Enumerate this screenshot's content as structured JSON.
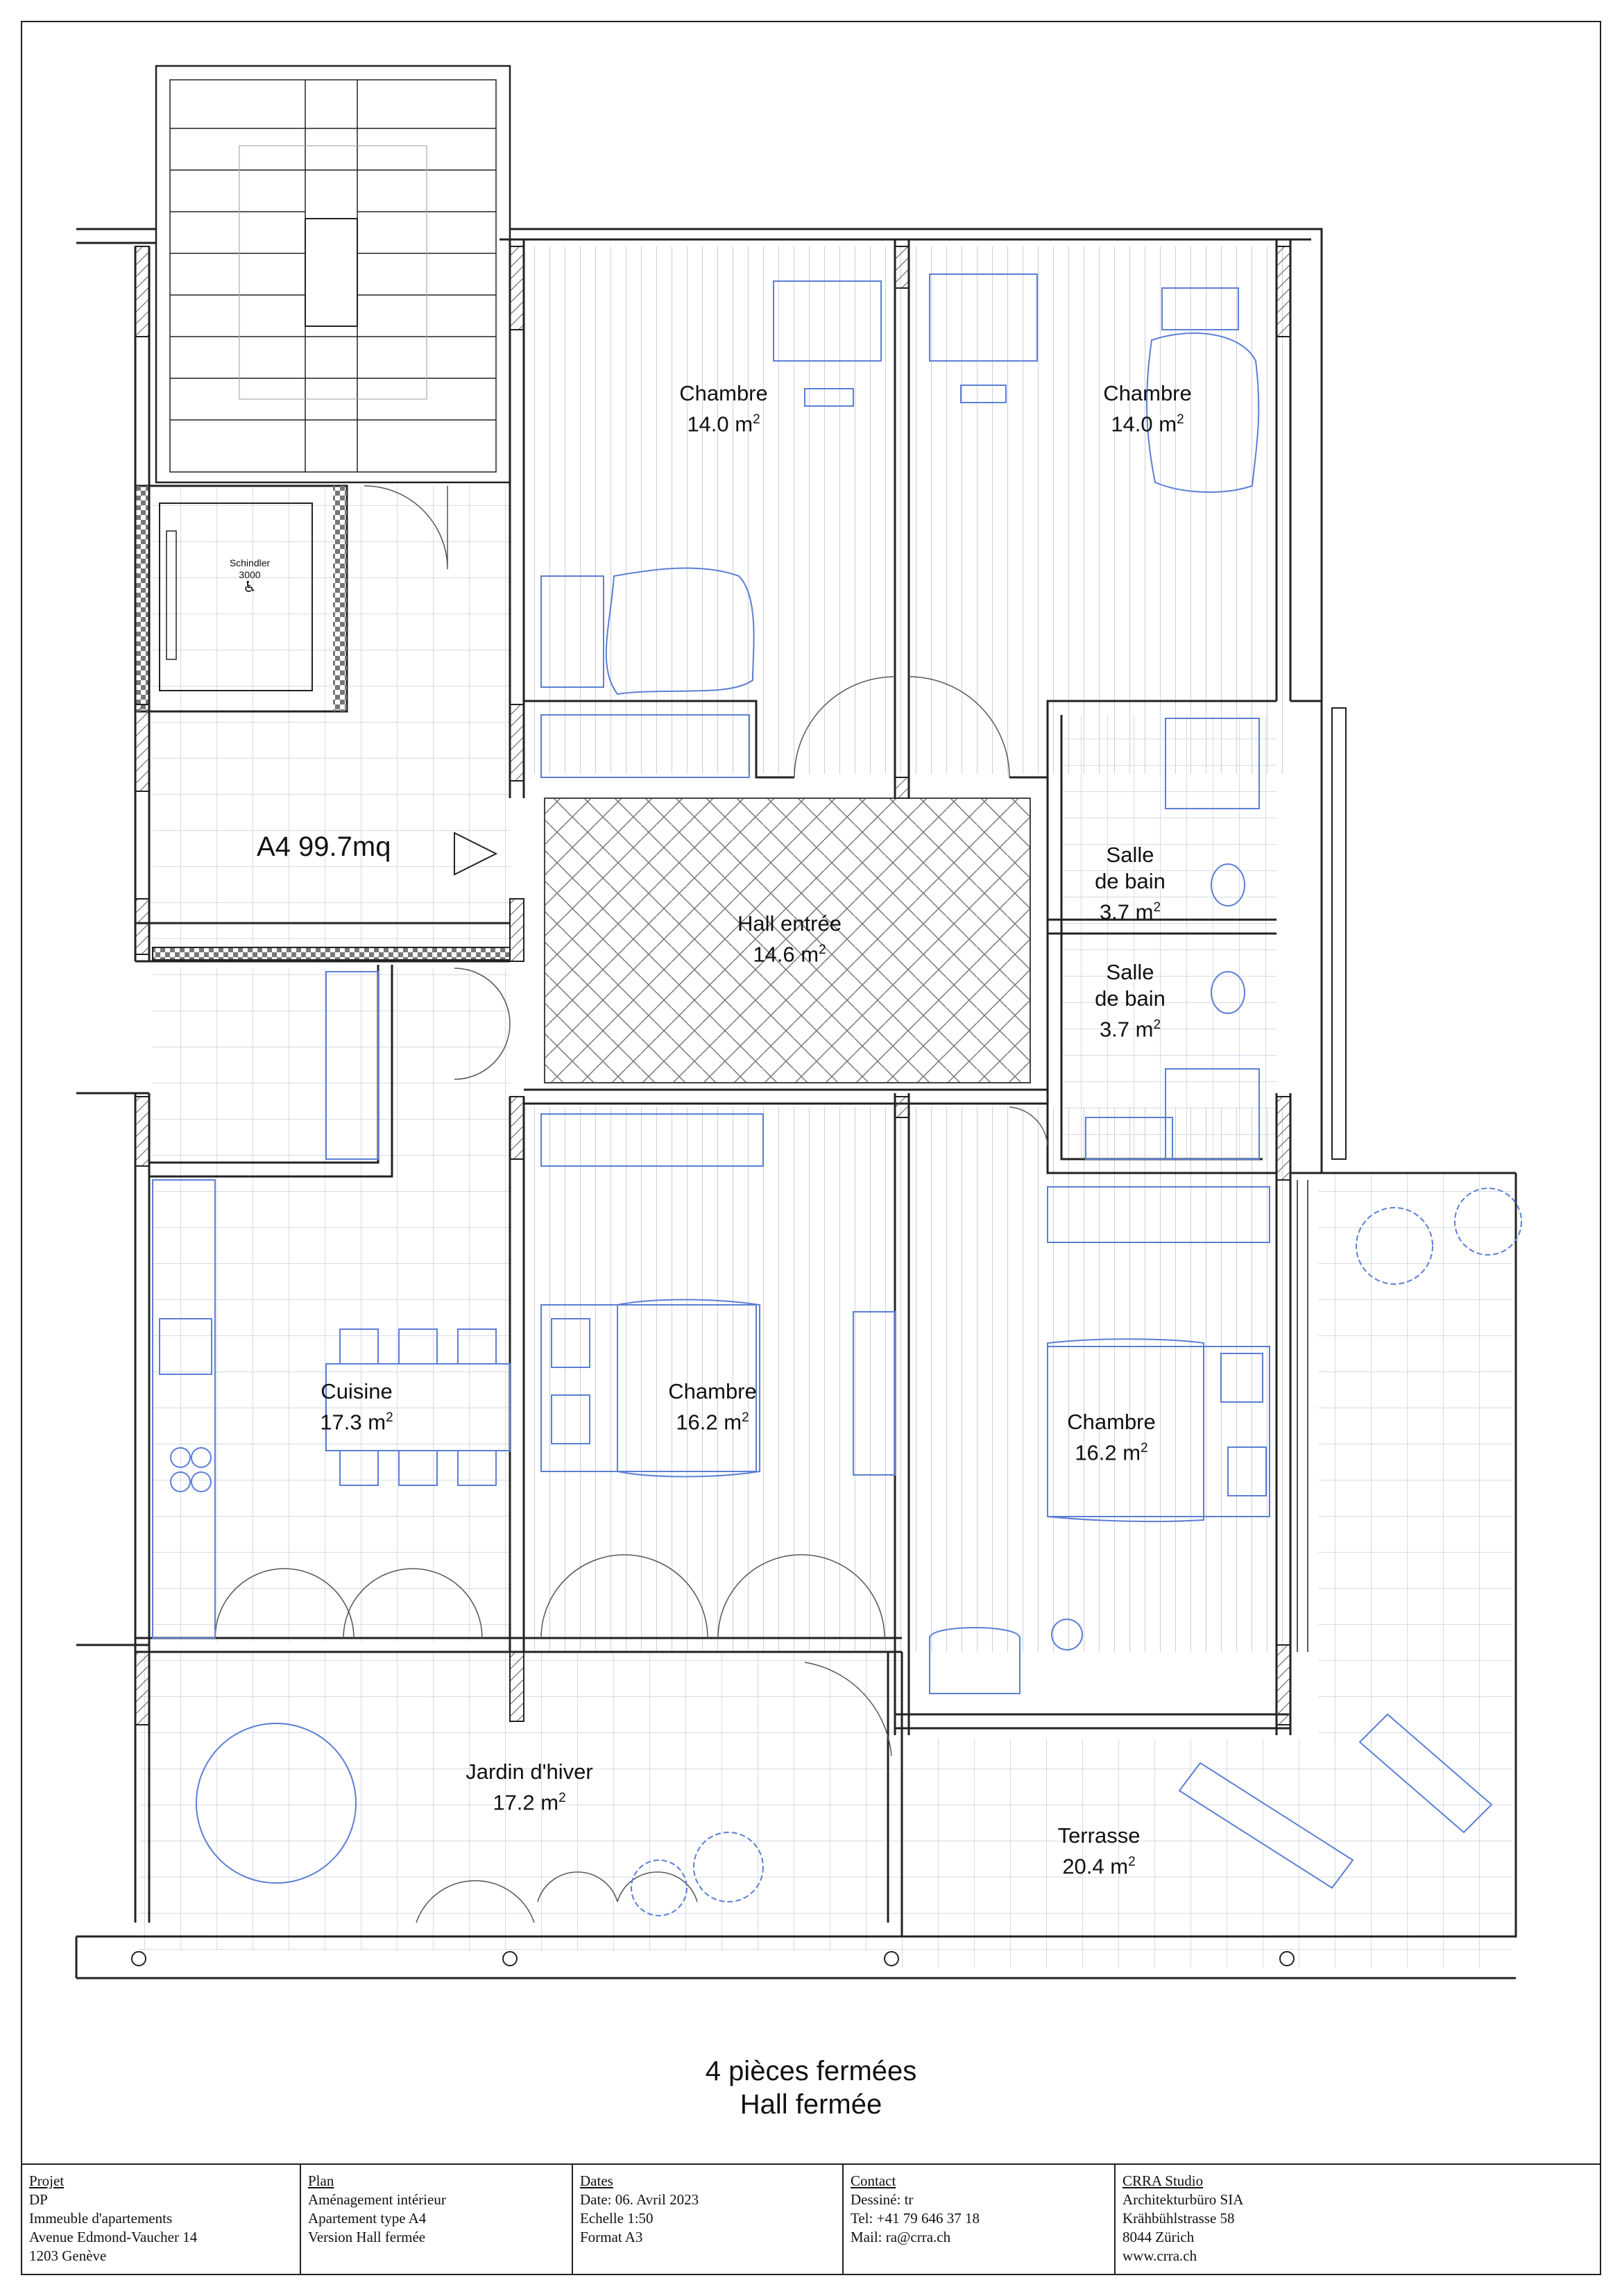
{
  "rooms": {
    "chambre_nw": {
      "name": "Chambre",
      "area": "14.0 m",
      "sup": "2"
    },
    "chambre_ne": {
      "name": "Chambre",
      "area": "14.0 m",
      "sup": "2"
    },
    "hall": {
      "name": "Hall entrée",
      "area": "14.6 m",
      "sup": "2"
    },
    "sdb_1": {
      "name1": "Salle",
      "name2": "de bain",
      "area": "3.7 m",
      "sup": "2"
    },
    "sdb_2": {
      "name1": "Salle",
      "name2": "de bain",
      "area": "3.7 m",
      "sup": "2"
    },
    "cuisine": {
      "name": "Cuisine",
      "area": "17.3 m",
      "sup": "2"
    },
    "chambre_sw": {
      "name": "Chambre",
      "area": "16.2 m",
      "sup": "2"
    },
    "chambre_se": {
      "name": "Chambre",
      "area": "16.2 m",
      "sup": "2"
    },
    "jardin": {
      "name": "Jardin d'hiver",
      "area": "17.2 m",
      "sup": "2"
    },
    "terrasse": {
      "name": "Terrasse",
      "area": "20.4 m",
      "sup": "2"
    }
  },
  "unit_label": "A4 99.7mq",
  "elevator": {
    "brand": "Schindler",
    "model": "3000"
  },
  "caption": {
    "line1": "4 pièces fermées",
    "line2": "Hall fermée"
  },
  "titleblock": {
    "projet": {
      "head": "Projet",
      "l1": "DP",
      "l2": "Immeuble d'apartements",
      "l3": "Avenue Edmond-Vaucher 14",
      "l4": "1203 Genève"
    },
    "plan": {
      "head": "Plan",
      "l1": "Aménagement intérieur",
      "l2": "Apartement type A4",
      "l3": "Version Hall fermée"
    },
    "dates": {
      "head": "Dates",
      "l1": "Date: 06. Avril 2023",
      "l2": "Echelle 1:50",
      "l3": "Format A3"
    },
    "contact": {
      "head": "Contact",
      "l1": "Dessiné: tr",
      "l2": "Tel: +41 79 646 37 18",
      "l3": "Mail: ra@crra.ch"
    },
    "studio": {
      "head": "CRRA Studio",
      "l1": "Architekturbüro SIA",
      "l2": "Krähbühlstrasse 58",
      "l3": "8044 Zürich",
      "l4": "www.crra.ch"
    }
  },
  "colors": {
    "line": "#222222",
    "furniture": "#5b7fd6",
    "grid": "#c9cfda"
  }
}
